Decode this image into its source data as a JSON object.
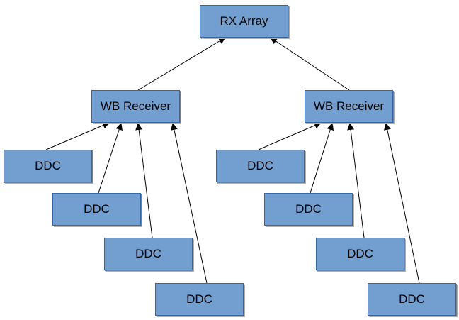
{
  "nodes": {
    "rx_array": {
      "label": "RX Array"
    },
    "wb_left": {
      "label": "WB Receiver"
    },
    "wb_right": {
      "label": "WB Receiver"
    },
    "ddc_l1": {
      "label": "DDC"
    },
    "ddc_l2": {
      "label": "DDC"
    },
    "ddc_l3": {
      "label": "DDC"
    },
    "ddc_l4": {
      "label": "DDC"
    },
    "ddc_r1": {
      "label": "DDC"
    },
    "ddc_r2": {
      "label": "DDC"
    },
    "ddc_r3": {
      "label": "DDC"
    },
    "ddc_r4": {
      "label": "DDC"
    }
  },
  "edges": [
    {
      "from": "wb_left",
      "to": "rx_array"
    },
    {
      "from": "wb_right",
      "to": "rx_array"
    },
    {
      "from": "ddc_l1",
      "to": "wb_left"
    },
    {
      "from": "ddc_l2",
      "to": "wb_left"
    },
    {
      "from": "ddc_l3",
      "to": "wb_left"
    },
    {
      "from": "ddc_l4",
      "to": "wb_left"
    },
    {
      "from": "ddc_r1",
      "to": "wb_right"
    },
    {
      "from": "ddc_r2",
      "to": "wb_right"
    },
    {
      "from": "ddc_r3",
      "to": "wb_right"
    },
    {
      "from": "ddc_r4",
      "to": "wb_right"
    }
  ],
  "colors": {
    "node_fill": "#729fcf",
    "node_border": "#3465a4",
    "edge": "#000000"
  }
}
